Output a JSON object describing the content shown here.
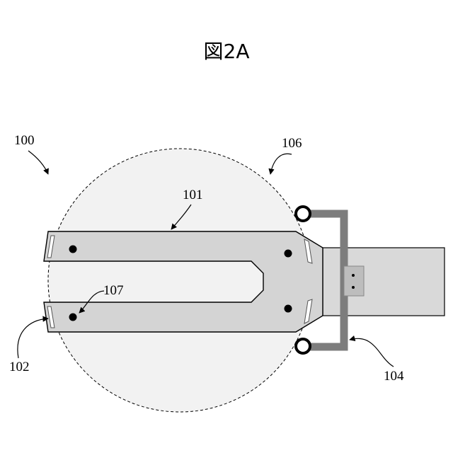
{
  "figure": {
    "title": "図2A",
    "colors": {
      "ink": "#000000",
      "blade": "#d4d4d4",
      "wafer_area": "#f2f2f2",
      "arm": "#7d7d7d",
      "body": "#d9d9d9",
      "hub": "#bdbdbd"
    },
    "labels": {
      "end_effector_assembly": "100",
      "blade": "101",
      "pads": "102",
      "gripper_arm": "104",
      "substrate": "106",
      "pin": "107"
    }
  }
}
